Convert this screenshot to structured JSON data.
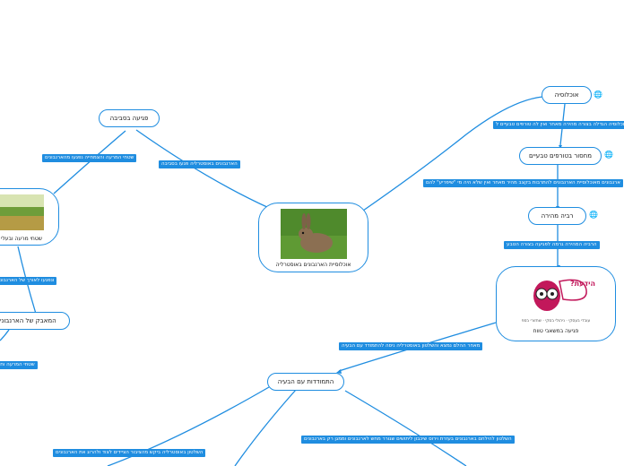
{
  "colors": {
    "accent": "#1f8de0",
    "text": "#1a1a1a"
  },
  "nodes": {
    "central": "אוכלוסיית הארנבונים באוסטרליה",
    "scarcity": "פגיעה בסביבה",
    "population": "אוכלוסיה",
    "no_predators": "מחסור בטורפים טבעיים",
    "reproduction": "רביה מהירה",
    "coping": "התמודדות עם הבעיה",
    "left_photo_caption": "שטחי מרעה ובעלי",
    "left_war": "המאבק של הארנבונים",
    "poster_caption": "פגיעה במשאבי טווח",
    "poster_badge": "הידעת?",
    "poster_sub": "עובדי בעסקי · ניהולי בסקי · שחזורי בספ"
  },
  "labels": {
    "population_desc": "אוכלוסיה הגדלה בצורה מהירה מאחר ואין לה טורפים טבעיים ל",
    "no_predators_desc": "ארנבונים מאוכלוסיית הארנבונים להתרבות בקצב מהיר מאחר ואין שלא היה מי \"שיפריע\" להם",
    "reproduction_desc": "הרביה המהירה גרמה לפגיעה בצורה הטבע",
    "poster_desc": "מאחר ההלם נמצא והשלטון באוסטרליה ניסה להתמודד עם הבעיה",
    "central_to_scarcity": "הארנבונים באוסטרליה פגעו בסביבה",
    "scarcity_left": "שטחי המרעה והצמחייה נפגעו מהארנבונים",
    "left_mid": "ונפגעו לאורך של הארנבונים",
    "left_low": "שטחי המרעה וחוזק",
    "coping_left": "השלטון באוסטרליה ביקש מהציבור הציידים לצוד ולהרוג את הארנבונים",
    "coping_right": "השלטון להילחם בארנבונים בעזרת וירוס שיכבון ליתושים שגורר מחש לארנבונים וממגן רק בארנבונים"
  },
  "icons": [
    "globe-icon",
    "globe-icon",
    "globe-icon"
  ]
}
